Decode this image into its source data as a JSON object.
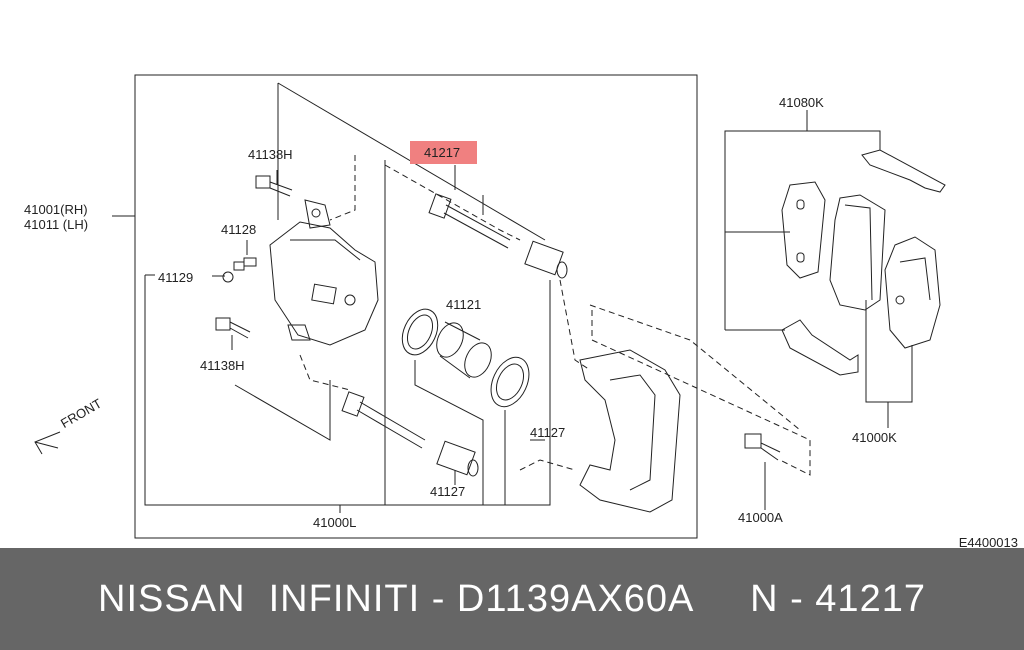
{
  "diagram": {
    "highlighted_part": "41217",
    "labels": {
      "caliper_assy": "41001(RH)",
      "caliper_assy_lh": "41011 (LH)",
      "bolt_upper": "41138H",
      "bleeder": "41128",
      "bleeder_cap": "41129",
      "bolt_lower": "41138H",
      "piston": "41121",
      "boot_upper": "41127",
      "boot_lower": "41127",
      "caliper_body": "41000L",
      "pad_kit": "41080K",
      "pad_set": "41000K",
      "mount_bolt": "41000A",
      "front": "FRONT",
      "code": "E4400013"
    }
  },
  "footer": {
    "text": "NISSAN  INFINITI - D1139AX60A     N - 41217"
  }
}
